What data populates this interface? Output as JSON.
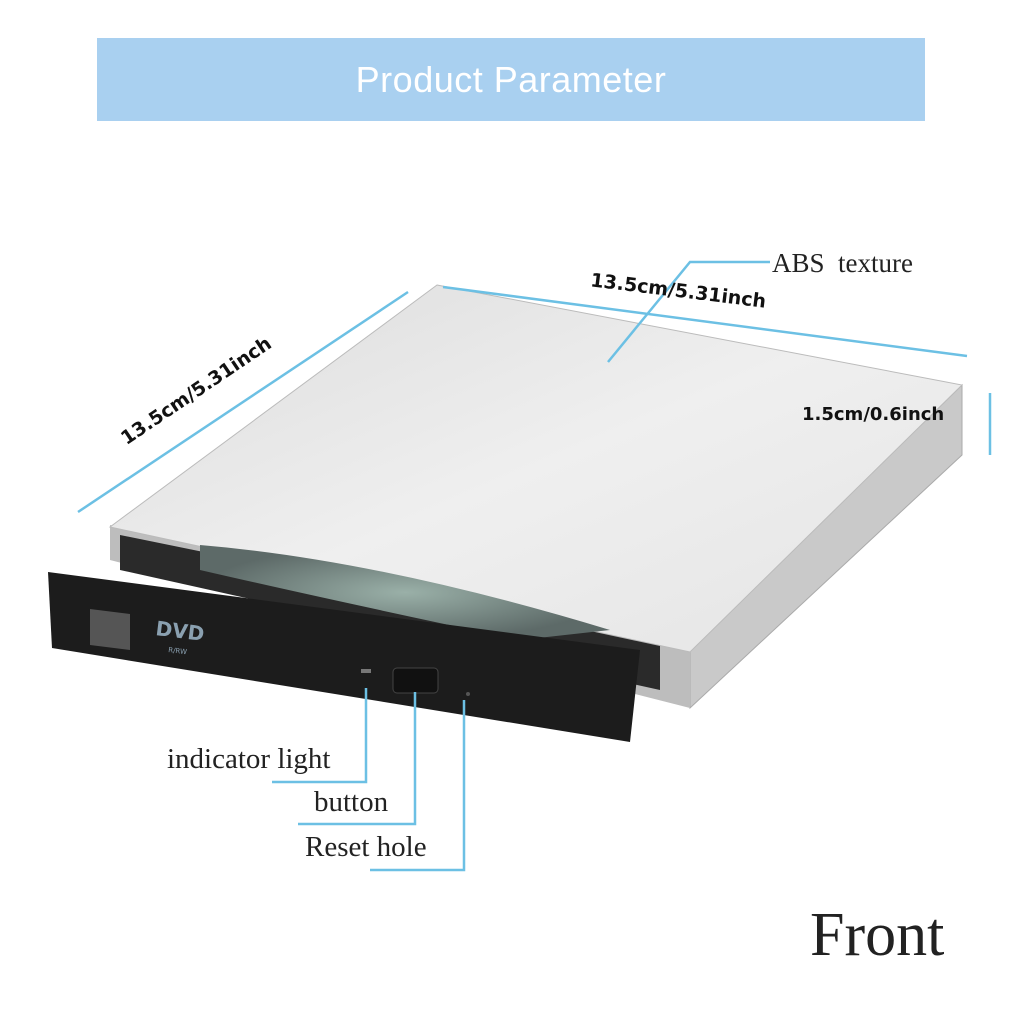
{
  "header": {
    "title": "Product Parameter"
  },
  "dimensions": {
    "length": "13.5cm/5.31inch",
    "width": "13.5cm/5.31inch",
    "height": "1.5cm/0.6inch"
  },
  "callouts": {
    "material": "ABS  texture",
    "indicator": "indicator light",
    "button": "button",
    "reset": "Reset hole"
  },
  "view_label": "Front",
  "logo": {
    "dvd": "DVD",
    "dvd_sub": "R/RW"
  },
  "colors": {
    "banner": "#a9d0f0",
    "line": "#6cc0e4",
    "tray": "#1c1c1c"
  }
}
